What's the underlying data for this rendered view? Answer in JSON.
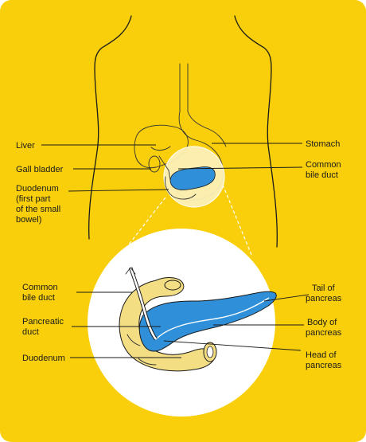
{
  "colors": {
    "background": "#F9CF0B",
    "pancreas": "#2F8FD8",
    "pancreas_dark": "#1E6FB0",
    "duodenum": "#F3DE84",
    "circle": "#FFFFFF",
    "line": "#1A1A1A"
  },
  "top_labels": {
    "liver": "Liver",
    "gall_bladder": "Gall bladder",
    "duodenum_l1": "Duodenum",
    "duodenum_l2": "(first part",
    "duodenum_l3": "of the small",
    "duodenum_l4": "bowel)",
    "stomach": "Stomach",
    "common_bile_duct_l1": "Common",
    "common_bile_duct_l2": "bile duct"
  },
  "inset_labels": {
    "common_bile_duct_l1": "Common",
    "common_bile_duct_l2": "bile duct",
    "pancreatic_duct_l1": "Pancreatic",
    "pancreatic_duct_l2": "duct",
    "duodenum": "Duodenum",
    "tail_l1": "Tail of",
    "tail_l2": "pancreas",
    "body_l1": "Body of",
    "body_l2": "pancreas",
    "head_l1": "Head of",
    "head_l2": "pancreas"
  }
}
